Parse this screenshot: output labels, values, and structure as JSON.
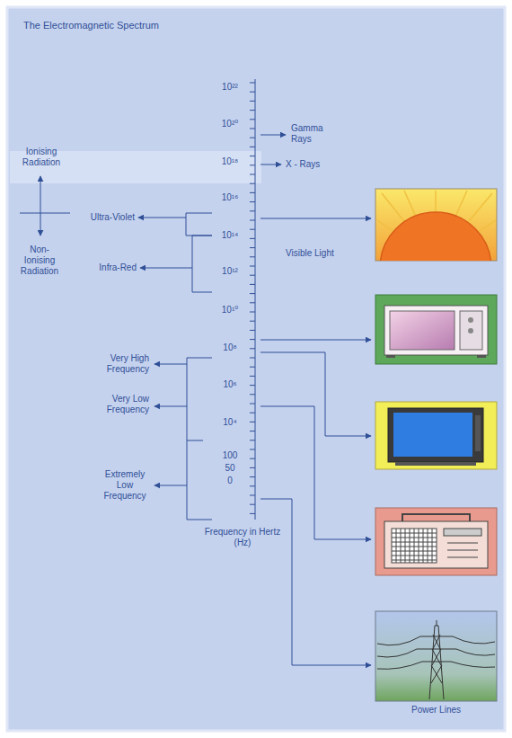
{
  "diagram": {
    "title": "The Electromagnetic Spectrum",
    "nodes": [
      {
        "text": [
          "Power Lines"
        ]
      }
    ],
    "labels": [
      "Ionising Radiation",
      "Non-Ionising Radiation",
      "Ultra-Violet",
      "Infra-Red",
      "Very High Frequency",
      "Very Low Frequency",
      "Extremely Low Frequency",
      "10²²",
      "10²⁰",
      "10¹⁸",
      "10¹⁶",
      "10¹⁴",
      "10¹²",
      "10¹⁰",
      "10⁸",
      "10⁶",
      "10⁴",
      "100",
      "50",
      "0",
      "Gamma Rays",
      "X - Rays",
      "Visible Light",
      "Frequency in Hertz (Hz)"
    ]
  }
}
